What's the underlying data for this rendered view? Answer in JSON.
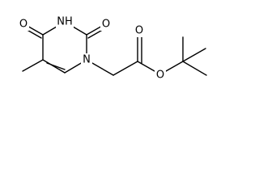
{
  "molecule": {
    "atom_labels": {
      "n1": "N",
      "n3": "NH",
      "o2": "O",
      "o4": "O",
      "o_carbonyl": "O",
      "o_ester": "O"
    }
  },
  "colors": {
    "bond": "#000000",
    "label": "#000000",
    "background": "#ffffff"
  }
}
